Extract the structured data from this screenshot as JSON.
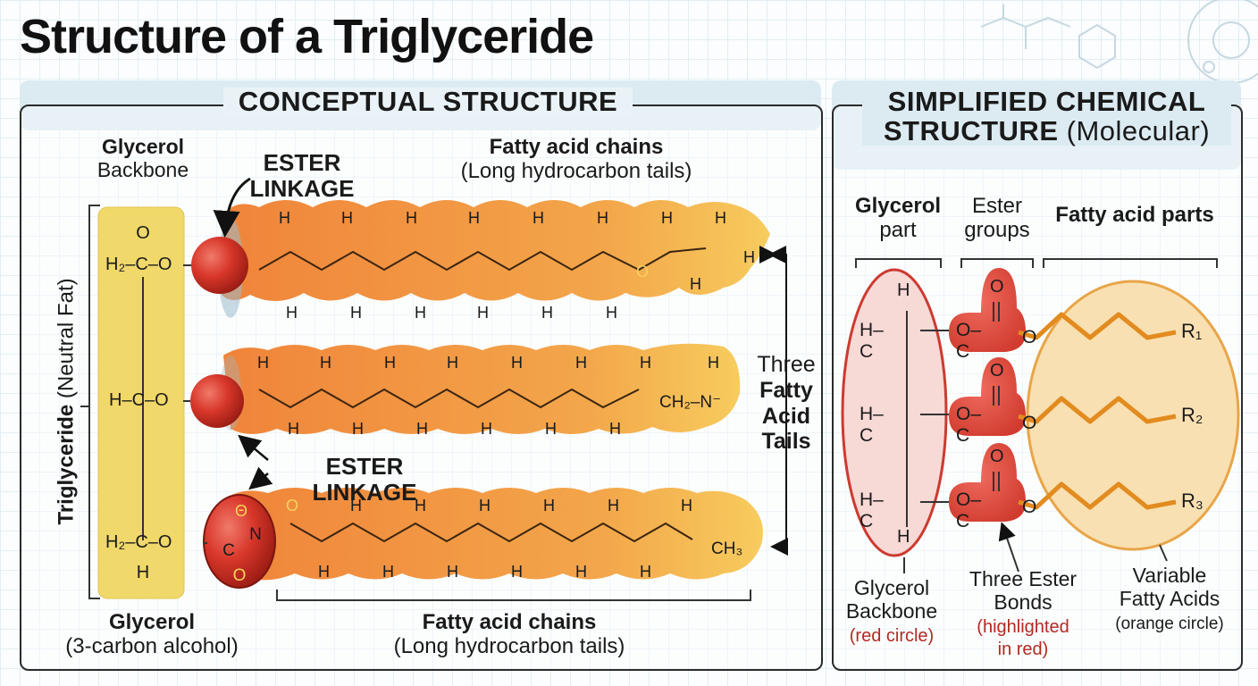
{
  "title": "Structure of a Triglyceride",
  "conceptual": {
    "heading": "CONCEPTUAL STRUCTURE",
    "glycerol_backbone_top": "Glycerol",
    "glycerol_backbone_bottom": "Backbone",
    "ester_linkage_top": "ESTER LINKAGE",
    "ester_linkage_mid": "ESTER LINKAGE",
    "fatty_top_title": "Fatty acid chains",
    "fatty_top_sub": "(Long hydrocarbon tails)",
    "fatty_bottom_title": "Fatty acid chains",
    "fatty_bottom_sub": "(Long hydrocarbon tails)",
    "side_bold": "Triglyceride",
    "side_normal": "(Neutral Fat)",
    "three_tails": [
      "Three",
      "Fatty",
      "Acid",
      "Tails"
    ],
    "glycerol_bottom_title": "Glycerol",
    "glycerol_bottom_sub": "(3-carbon alcohol)",
    "backbone_rows": [
      "H₂–C–O",
      "H–C–O",
      "H₂–C–O"
    ],
    "carbonyl_o": "O",
    "h_label": "H",
    "chain_end_mid": "CH₂–N⁻",
    "chain_end_bottom": "CH₃",
    "theta": "Θ",
    "n_label": "N",
    "c_label": "C"
  },
  "simplified": {
    "heading_bold": "SIMPLIFIED CHEMICAL",
    "heading_bold2": "STRUCTURE",
    "heading_light": "(Molecular)",
    "glycerol_part_top": "Glycerol",
    "glycerol_part_bottom": "part",
    "ester_groups_top": "Ester",
    "ester_groups_bottom": "groups",
    "fatty_parts": "Fatty acid parts",
    "rows": [
      "H–C",
      "H–C",
      "H–C"
    ],
    "ester_formula": "O–C",
    "ester_o": "O",
    "r_labels": [
      "R₁",
      "R₂",
      "R₃"
    ],
    "cap_glycerol": [
      "Glycerol",
      "Backbone"
    ],
    "cap_glycerol_note": "(red circle)",
    "cap_ester": [
      "Three Ester",
      "Bonds"
    ],
    "cap_ester_note": [
      "(highlighted",
      "in red)"
    ],
    "cap_fatty": [
      "Variable",
      "Fatty Acids"
    ],
    "cap_fatty_note": "(orange circle)"
  },
  "colors": {
    "glycerol_yellow": "#f0d86a",
    "ester_red": "#d13a2c",
    "chain_orange": "#f09a3c",
    "panel_blue": "#dcebf2"
  }
}
